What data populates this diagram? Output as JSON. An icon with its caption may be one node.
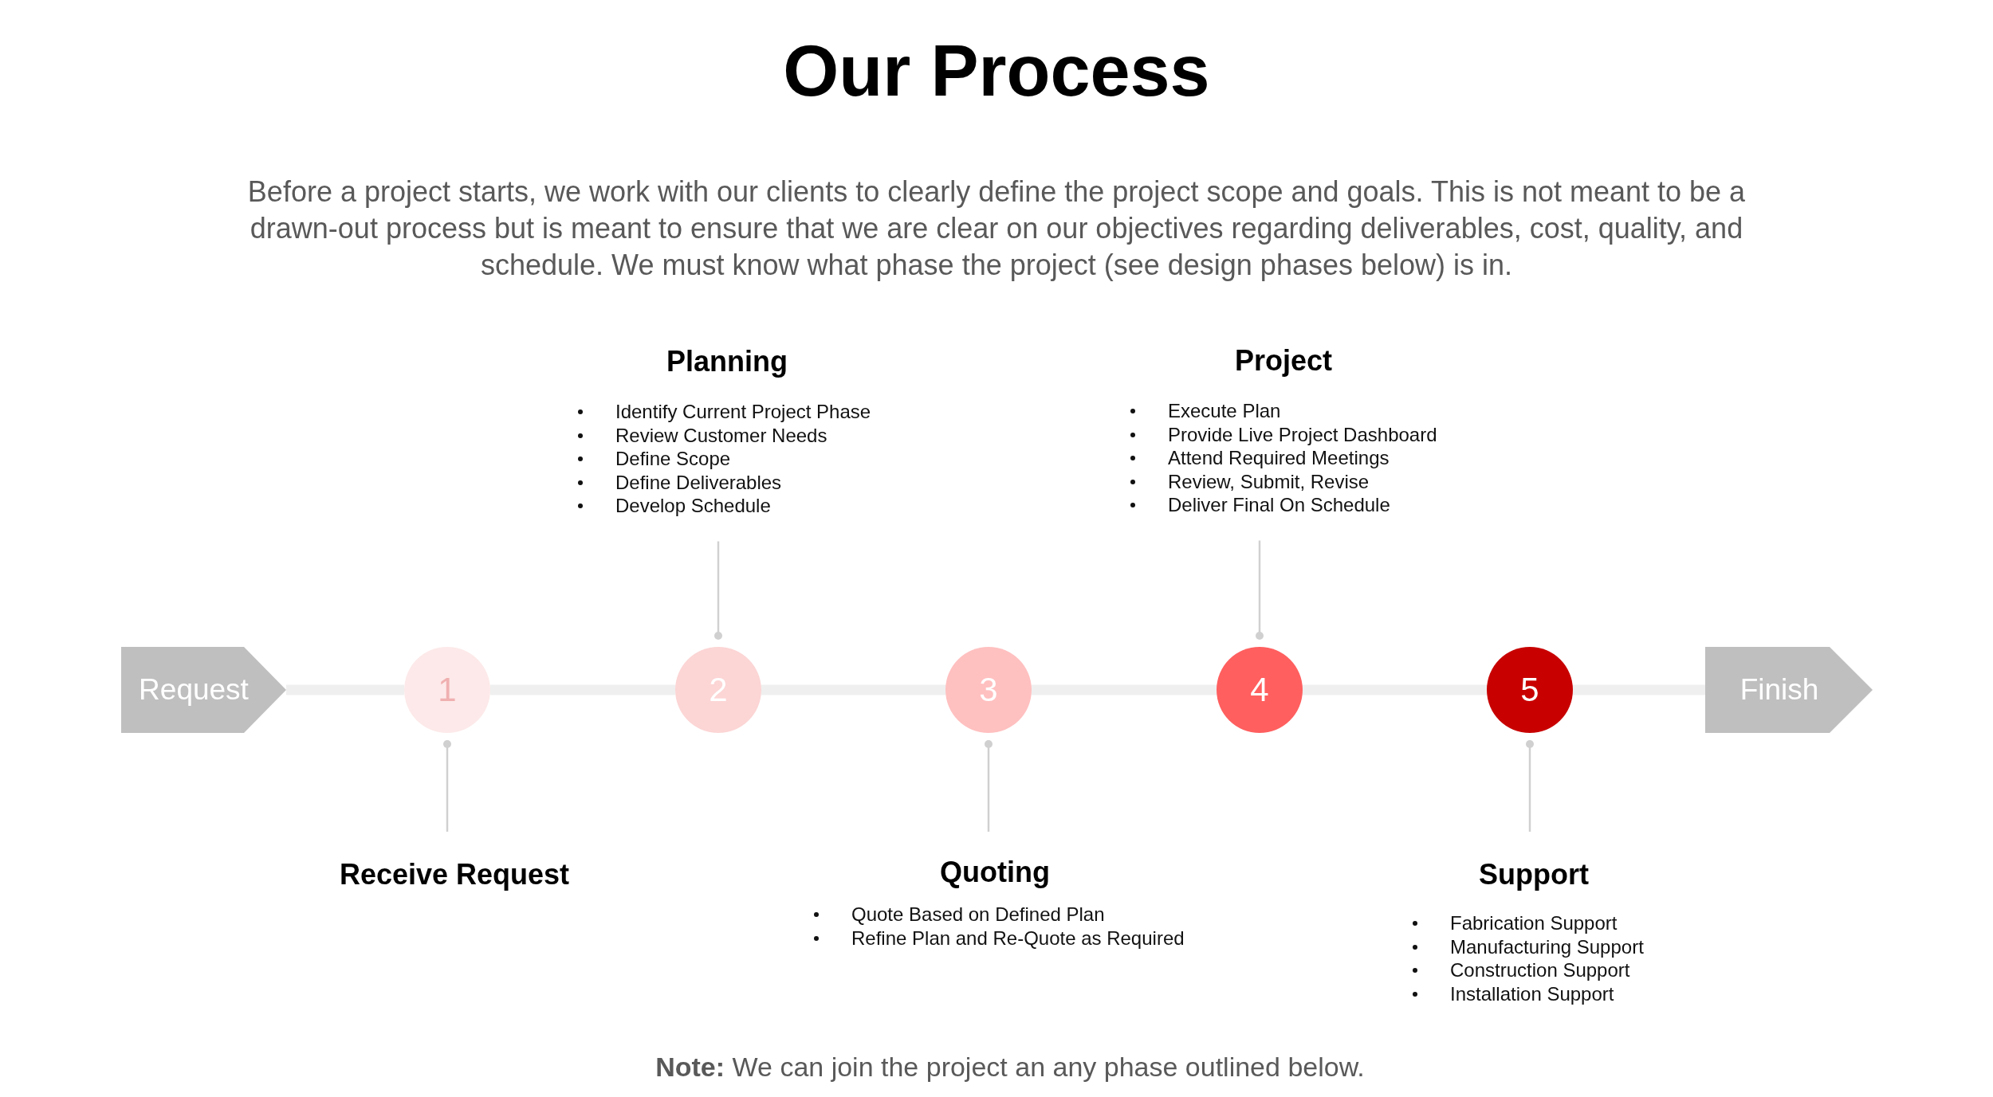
{
  "diagram": {
    "title": "Our Process",
    "nodes": [
      {
        "text": [
          "Planning",
          "Identify Current Project Phase",
          "Review Customer Needs",
          "Define Scope",
          "Define Deliverables",
          "Develop Schedule"
        ]
      },
      {
        "text": [
          "Project",
          "Execute Plan",
          "Provide Live Project Dashboard",
          "Attend Required Meetings",
          "Review, Submit, Revise",
          "Deliver Final On Schedule"
        ]
      },
      {
        "text": [
          "Request"
        ]
      },
      {
        "text": [
          "1"
        ]
      },
      {
        "text": [
          "2"
        ]
      },
      {
        "text": [
          "3"
        ]
      },
      {
        "text": [
          "4"
        ]
      },
      {
        "text": [
          "5"
        ]
      },
      {
        "text": [
          "Finish"
        ]
      },
      {
        "text": [
          "Receive Request"
        ]
      },
      {
        "text": [
          "Quoting",
          "Quote Based on Defined Plan",
          "Refine Plan and Re-Quote as Required"
        ]
      },
      {
        "text": [
          "Support",
          "Fabrication Support",
          "Manufacturing Support",
          "Construction Support",
          "Installation Support"
        ]
      }
    ],
    "edges": [
      {
        "from": 2,
        "to": 3,
        "arrow": "none"
      },
      {
        "from": 3,
        "to": 4,
        "arrow": "none"
      },
      {
        "from": 4,
        "to": 5,
        "arrow": "none"
      },
      {
        "from": 5,
        "to": 6,
        "arrow": "none"
      },
      {
        "from": 6,
        "to": 7,
        "arrow": "none"
      },
      {
        "from": 7,
        "to": 8,
        "arrow": "none"
      },
      {
        "from": 0,
        "to": 4,
        "arrow": "other",
        "color": "#d0d0d0"
      },
      {
        "from": 1,
        "to": 6,
        "arrow": "other",
        "color": "#d0d0d0"
      },
      {
        "from": 9,
        "to": 3,
        "arrow": "other",
        "color": "#d0d0d0"
      },
      {
        "from": 10,
        "to": 5,
        "arrow": "other",
        "color": "#d0d0d0"
      },
      {
        "from": 11,
        "to": 7,
        "arrow": "other",
        "color": "#d0d0d0"
      }
    ],
    "labels": [
      "Before a project starts, we work with our clients to clearly define the project scope and goals. This is not meant to be a drawn-out process but is meant to ensure that we are clear on our objectives regarding deliverables, cost, quality, and schedule. We must know what phase the project (see design phases below) is in.",
      "**Note:** We can join the project an any phase outlined below."
    ]
  }
}
